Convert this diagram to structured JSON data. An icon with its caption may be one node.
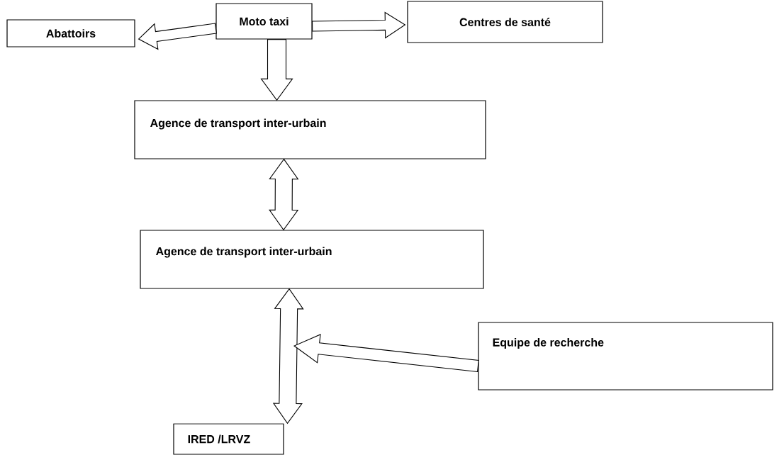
{
  "diagram": {
    "nodes": [
      {
        "text": [
          "Abattoirs"
        ]
      },
      {
        "text": [
          "Moto taxi"
        ]
      },
      {
        "text": [
          "Centres de santé"
        ]
      },
      {
        "text": [
          "Agence de transport inter-urbain"
        ]
      },
      {
        "text": [
          "Agence de transport inter-urbain"
        ]
      },
      {
        "text": [
          "Equipe de recherche"
        ]
      },
      {
        "text": [
          "IRED /LRVZ"
        ]
      }
    ],
    "edges": [
      {
        "from": 1,
        "to": 0,
        "arrow": "to"
      },
      {
        "from": 1,
        "to": 2,
        "arrow": "to"
      },
      {
        "from": 1,
        "to": 3,
        "arrow": "to"
      },
      {
        "from": 3,
        "to": 4,
        "arrow": "both"
      },
      {
        "from": 4,
        "to": 6,
        "arrow": "both"
      },
      {
        "from": 5,
        "to": null,
        "arrow": "to"
      }
    ]
  }
}
